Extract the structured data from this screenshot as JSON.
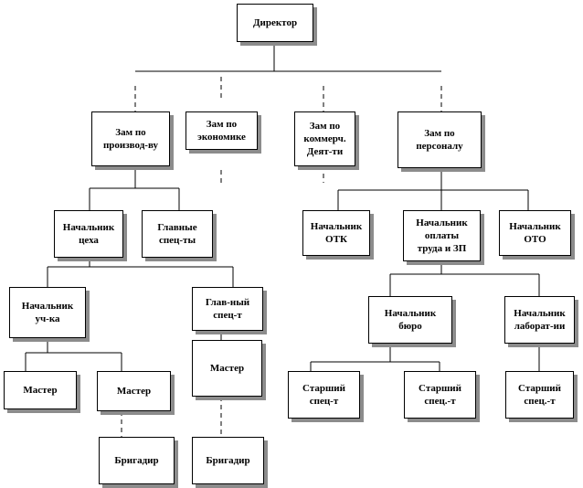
{
  "nodes": {
    "director": "Директор",
    "deputy_production": "Зам по\nпроизвод-ву",
    "deputy_economics": "Зам по\nэкономике",
    "deputy_commerce": "Зам по\nкоммерч.\nДеят-ти",
    "deputy_personnel": "Зам по\nперсоналу",
    "head_workshop": "Начальник\nцеха",
    "chief_specialists": "Главные\nспец-ты",
    "head_otk": "Начальник\nОТК",
    "head_labor_payment": "Начальник\nоплаты\nтруда и ЗП",
    "head_oto": "Начальник\nОТО",
    "head_section": "Начальник\nуч-ка",
    "chief_specialist": "Глав-ный\nспец-т",
    "head_bureau": "Начальник\nбюро",
    "head_laboratory": "Начальник\nлаборат-ии",
    "master_1": "Мастер",
    "master_2": "Мастер",
    "master_3": "Мастер",
    "senior_specialist_1": "Старший\nспец-т",
    "senior_specialist_2": "Старший\nспец.-т",
    "senior_specialist_3": "Старший\nспец.-т",
    "foreman_1": "Бригадир",
    "foreman_2": "Бригадир"
  }
}
